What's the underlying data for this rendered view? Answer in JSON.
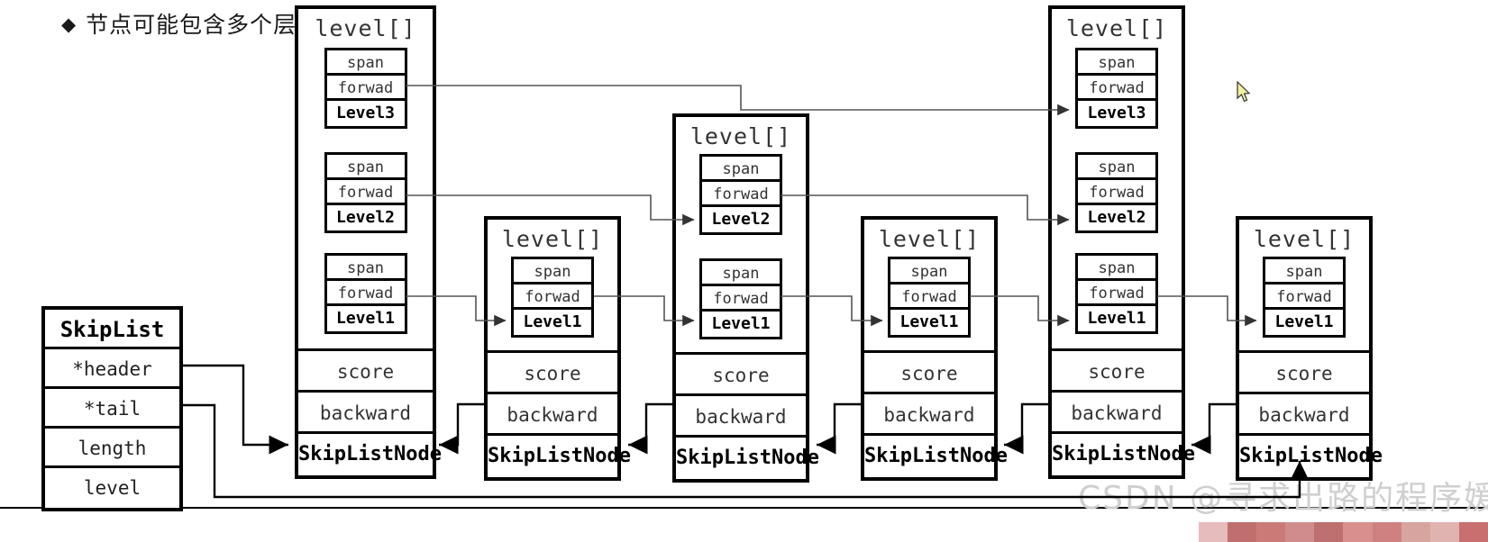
{
  "heading": {
    "bullet": "◆",
    "text": "节点可能包含多个层，度不同。"
  },
  "skiplist": {
    "title": "SkipList",
    "fields": [
      "*header",
      "*tail",
      "length",
      "level"
    ]
  },
  "node_common": {
    "level_header": "level[]",
    "span_label": "span",
    "forward_label": "forwad",
    "score_label": "score",
    "backward_label": "backward",
    "type_label": "SkipListNode"
  },
  "nodes": [
    {
      "id": "node-header",
      "levels": [
        "Level3",
        "Level2",
        "Level1"
      ]
    },
    {
      "id": "node-2",
      "levels": [
        "Level1"
      ]
    },
    {
      "id": "node-3",
      "levels": [
        "Level2",
        "Level1"
      ]
    },
    {
      "id": "node-4",
      "levels": [
        "Level1"
      ]
    },
    {
      "id": "node-5",
      "levels": [
        "Level3",
        "Level2",
        "Level1"
      ]
    },
    {
      "id": "node-6",
      "levels": [
        "Level1"
      ]
    }
  ],
  "watermark": {
    "text": "CSDN @寻求出路的程序媛"
  },
  "colors": {
    "line": "#555555",
    "border": "#000000",
    "background": "#ffffff",
    "watermark": "#cfcfcf",
    "strip": [
      "#e6bcbc",
      "#c06f6f",
      "#cb7b77",
      "#d08c8c",
      "#be6f6f",
      "#d98f8b",
      "#cf8181",
      "#d7a4a0",
      "#e0b3b0",
      "#c96f6f"
    ]
  }
}
